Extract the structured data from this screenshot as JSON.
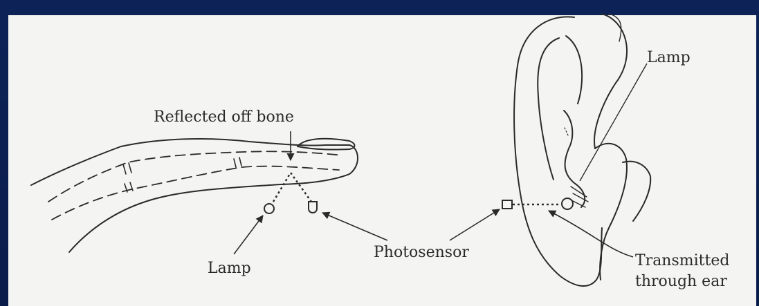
{
  "diagram": {
    "labels": {
      "reflected_off_bone": "Reflected off bone",
      "lamp_finger": "Lamp",
      "photosensor": "Photosensor",
      "lamp_ear": "Lamp",
      "transmitted_line1": "Transmitted",
      "transmitted_line2": "through ear"
    },
    "colors": {
      "background_frame": "#0b1f4e",
      "paper": "#f4f4f2",
      "ink": "#2a2a2a"
    }
  }
}
